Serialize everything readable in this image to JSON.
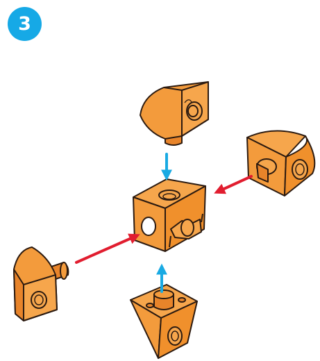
{
  "step": {
    "number": "3"
  },
  "colors": {
    "badge": "#16a9e6",
    "part_fill": "#f39b3c",
    "part_outline": "#2b1a10",
    "arrow_vertical": "#19aae3",
    "arrow_horizontal": "#e11d2f"
  },
  "parts": [
    "center-cube",
    "top-wedge-piece",
    "right-rounded-piece",
    "left-wedge-piece",
    "bottom-pyramid-piece"
  ],
  "arrows": [
    {
      "name": "arrow-top-down",
      "color": "blue"
    },
    {
      "name": "arrow-bottom-up",
      "color": "blue"
    },
    {
      "name": "arrow-right-in",
      "color": "red"
    },
    {
      "name": "arrow-left-in",
      "color": "red"
    }
  ]
}
